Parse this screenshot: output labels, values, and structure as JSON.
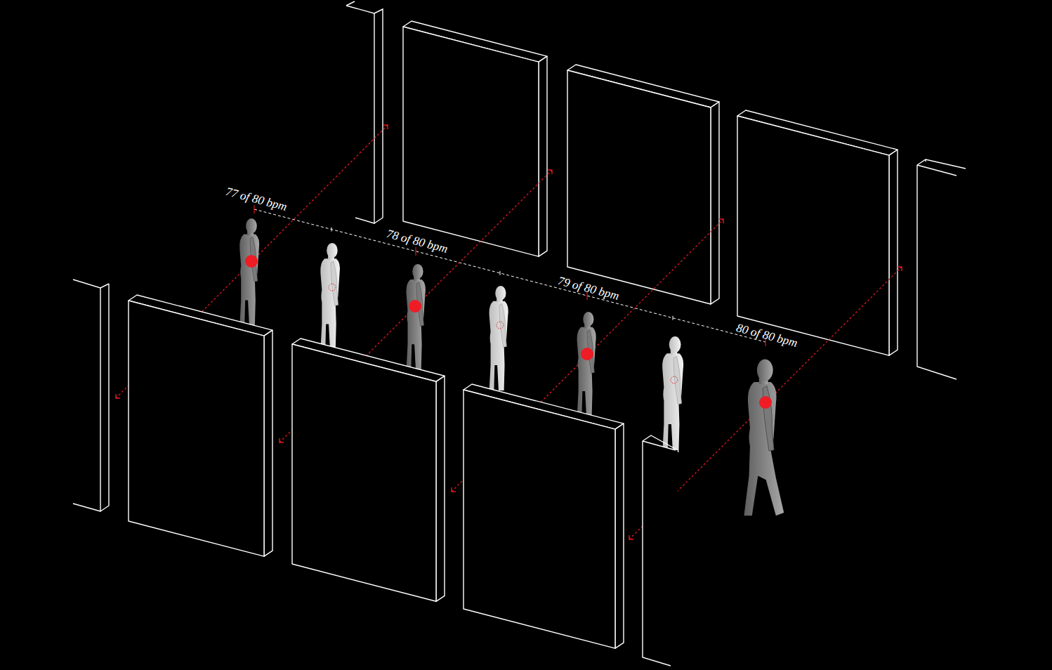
{
  "diagram": {
    "labels": [
      "77 of 80 bpm",
      "78 of 80 bpm",
      "79 of 80 bpm",
      "80 of 80 bpm"
    ]
  }
}
